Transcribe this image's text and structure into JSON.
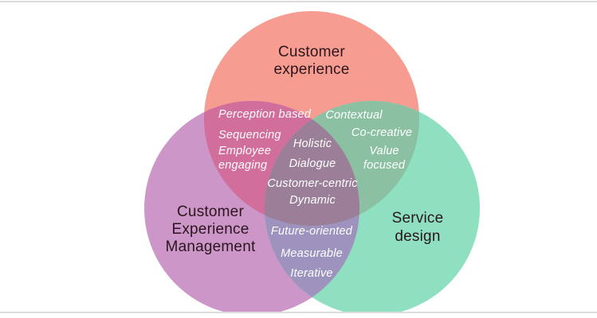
{
  "diagram": {
    "type": "venn-3-circles",
    "colors": {
      "customer_experience": "#F79C90",
      "customer_experience_management": "#CC96C8",
      "service_design": "#8EE0C1",
      "overlap_ce_cem": "#D26E9C",
      "overlap_ce_sd": "#8BC1A2",
      "overlap_cem_sd": "#9E93BE",
      "overlap_center": "#9B7F98",
      "title_text": "#2B161E",
      "overlap_text": "#FFFFFF",
      "border_line": "#DCDCDC",
      "background": "#FFFFFF"
    },
    "circles": {
      "customer_experience": {
        "label": "Customer\nexperience"
      },
      "customer_experience_management": {
        "label": "Customer\nExperience\nManagement"
      },
      "service_design": {
        "label": "Service\ndesign"
      }
    },
    "overlaps": {
      "ce_cem": {
        "items": [
          "Perception based",
          "Sequencing",
          "Employee engaging"
        ]
      },
      "ce_sd": {
        "items": [
          "Contextual",
          "Co-creative",
          "Value focused"
        ]
      },
      "center": {
        "items": [
          "Holistic",
          "Dialogue",
          "Customer-centric",
          "Dynamic"
        ]
      },
      "cem_sd": {
        "items": [
          "Future-oriented",
          "Measurable",
          "Iterative"
        ]
      }
    }
  }
}
